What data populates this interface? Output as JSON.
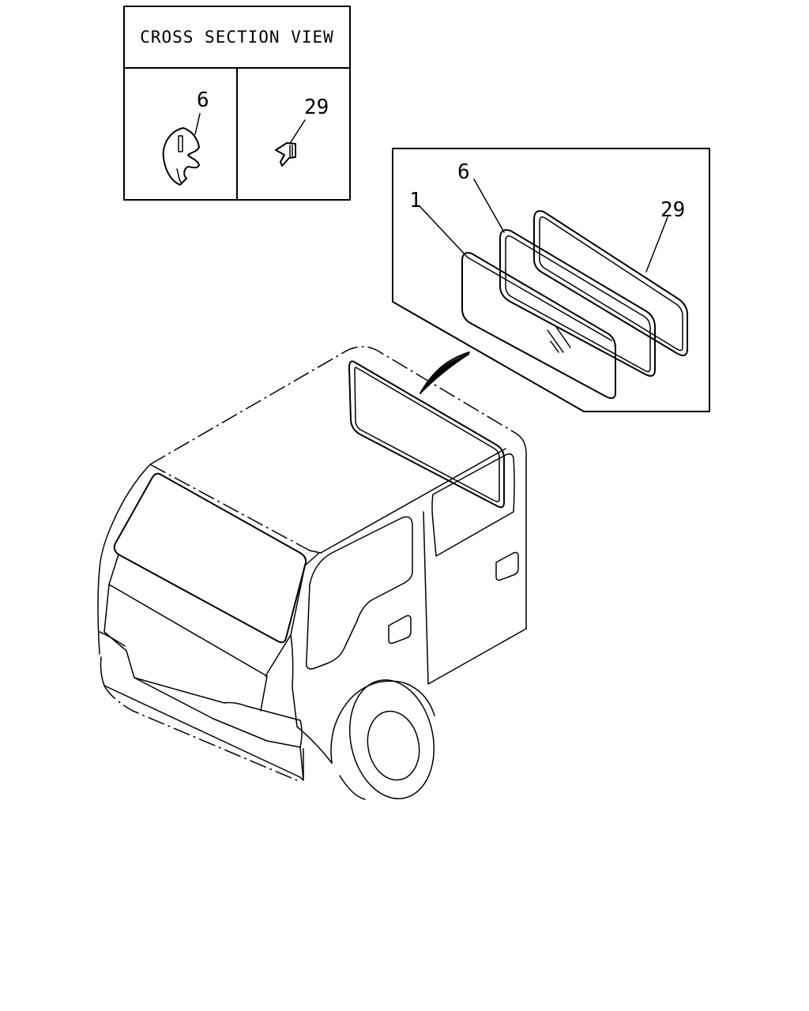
{
  "cross_section": {
    "title": "CROSS SECTION VIEW",
    "left_callout": "6",
    "right_callout": "29"
  },
  "exploded_view": {
    "callout_glass": "1",
    "callout_weatherstrip": "6",
    "callout_molding": "29"
  }
}
